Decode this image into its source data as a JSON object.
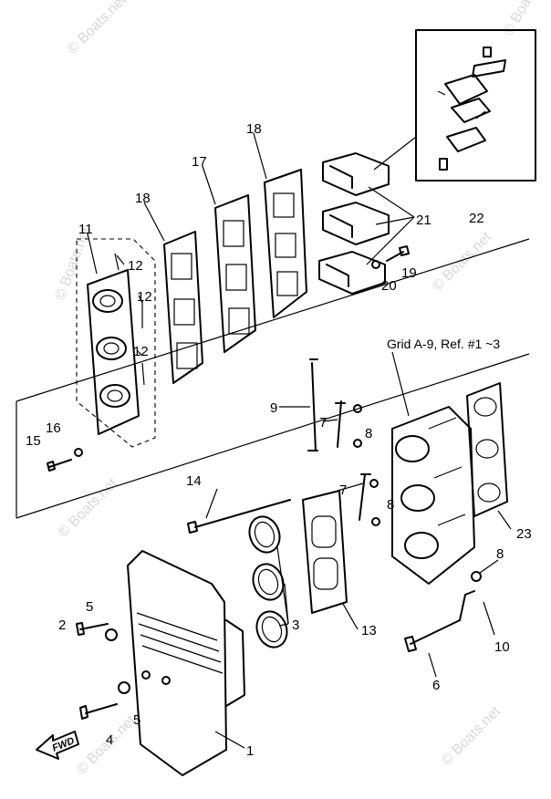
{
  "watermark": "© Boats.net",
  "note": "Grid A-9, Ref. #1 ~3",
  "fwd_label": "FWD",
  "labels": {
    "l1": "1",
    "l2": "2",
    "l3": "3",
    "l4": "4",
    "l5a": "5",
    "l5b": "5",
    "l6": "6",
    "l7a": "7",
    "l7b": "7",
    "l8a": "8",
    "l8b": "8",
    "l8c": "8",
    "l9": "9",
    "l10": "10",
    "l11": "11",
    "l12a": "12",
    "l12b": "12",
    "l12c": "12",
    "l13": "13",
    "l14": "14",
    "l15": "15",
    "l16": "16",
    "l17": "17",
    "l18a": "18",
    "l18b": "18",
    "l19": "19",
    "l20": "20",
    "l21": "21",
    "l22": "22",
    "l23": "23"
  }
}
